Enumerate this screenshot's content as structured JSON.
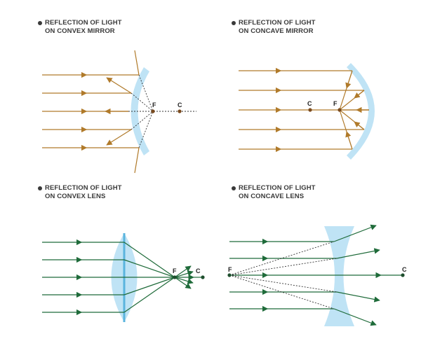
{
  "panels": {
    "convex_mirror": {
      "line1": "REFLECTION OF LIGHT",
      "line2": "ON CONVEX MIRROR",
      "focus": "F",
      "center": "C"
    },
    "concave_mirror": {
      "line1": "REFLECTION OF LIGHT",
      "line2": "ON CONCAVE MIRROR",
      "focus": "F",
      "center": "C"
    },
    "convex_lens": {
      "line1": "REFLECTION OF LIGHT",
      "line2": "ON CONVEX LENS",
      "focus": "F",
      "center": "C"
    },
    "concave_lens": {
      "line1": "REFLECTION OF LIGHT",
      "line2": "ON CONCAVE LENS",
      "focus": "F",
      "center": "C"
    }
  },
  "colors": {
    "mirror_ray": "#b07a2a",
    "lens_ray": "#1f6b3a",
    "optic_fill": "#bfe3f5",
    "optic_axis": "#5ab4de",
    "dotted": "#333333"
  }
}
